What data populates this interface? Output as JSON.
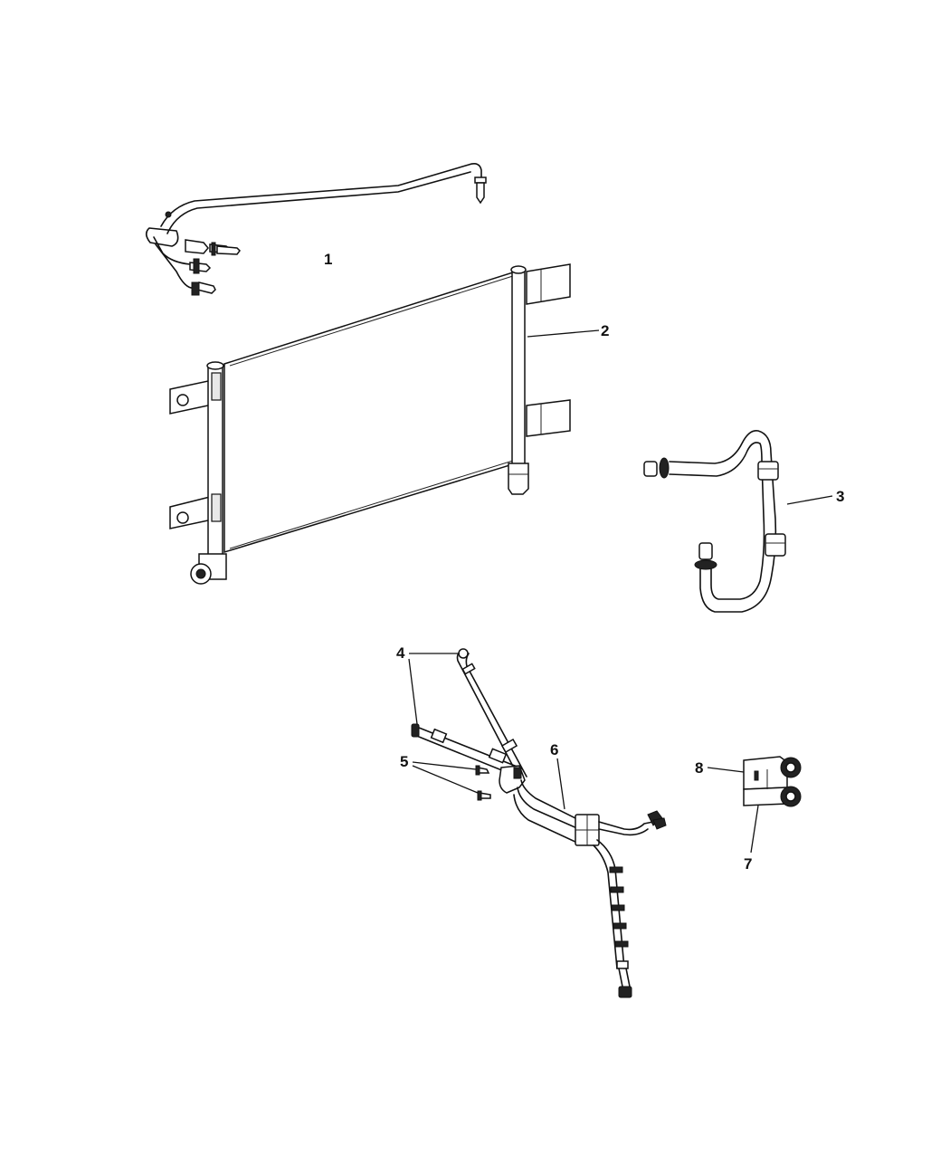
{
  "diagram": {
    "type": "exploded-parts-view",
    "background": "#ffffff",
    "line_color": "#111111",
    "callouts": [
      {
        "id": "1",
        "label": "1",
        "part": "tube-assembly-top"
      },
      {
        "id": "2",
        "label": "2",
        "part": "cooler-condenser-core"
      },
      {
        "id": "3",
        "label": "3",
        "part": "hose-line-curved"
      },
      {
        "id": "4",
        "label": "4",
        "part": "tube-lines-pair"
      },
      {
        "id": "5",
        "label": "5",
        "part": "bolts-pair"
      },
      {
        "id": "6",
        "label": "6",
        "part": "hose-tube-assembly"
      },
      {
        "id": "7",
        "label": "7",
        "part": "connector-block-lower"
      },
      {
        "id": "8",
        "label": "8",
        "part": "connector-block-upper"
      }
    ]
  }
}
